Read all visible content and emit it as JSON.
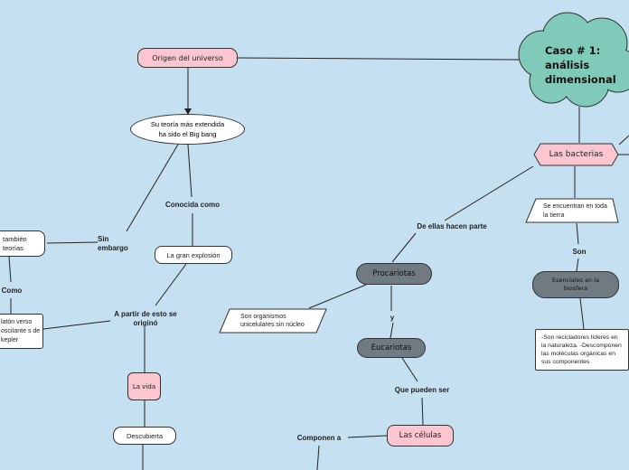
{
  "nodes": {
    "origen": "Origen del universo",
    "caso": "Caso # 1: análisis dimensional",
    "teoria": "Su teoría más extendida ha sido el Big bang",
    "conocida": "Conocida como",
    "sin_embargo": "Sin embargo",
    "explosion": "La gran explosión",
    "tambien": "también teorías",
    "como": "Como",
    "platon": "latón verso osciIante s de kepler",
    "a_partir": "A partir de esto se originó",
    "la_vida": "La vida",
    "descubierta": "Descubierta",
    "bacterias": "Las bacterias",
    "se_encuentran": "Se encuentran en toda la tierra",
    "son": "Son",
    "esenciales": "Esenciales en la biosfera",
    "recicladores": "-Son recicladores líderes en la naturaleza. -Descomponen las moléculas orgánicas en sus componentes",
    "de_ellas": "De ellas hacen parte",
    "procariotas": "Procariotas",
    "unicelulares": "Son organismos unicelulares sin núcleo",
    "y": "y",
    "eucariotas": "Eucariotas",
    "pueden_ser": "Que pueden ser",
    "celulas": "Las células",
    "componen": "Componen a"
  },
  "colors": {
    "background": "#c5e0f0",
    "pink": "#fbc6d0",
    "grey": "#6f7a82",
    "teal": "#7fcab8",
    "white": "#ffffff"
  }
}
